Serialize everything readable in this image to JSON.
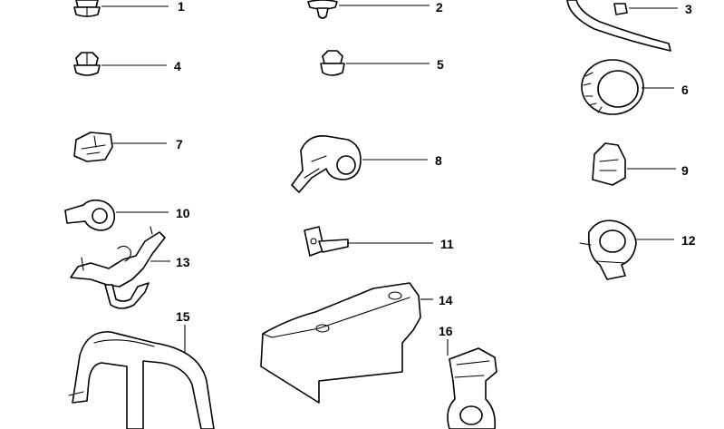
{
  "callouts": [
    {
      "id": "p1",
      "label": "1"
    },
    {
      "id": "p2",
      "label": "2"
    },
    {
      "id": "p3",
      "label": "3"
    },
    {
      "id": "p4",
      "label": "4"
    },
    {
      "id": "p5",
      "label": "5"
    },
    {
      "id": "p6",
      "label": "6"
    },
    {
      "id": "p7",
      "label": "7"
    },
    {
      "id": "p8",
      "label": "8"
    },
    {
      "id": "p9",
      "label": "9"
    },
    {
      "id": "p10",
      "label": "10"
    },
    {
      "id": "p11",
      "label": "11"
    },
    {
      "id": "p12",
      "label": "12"
    },
    {
      "id": "p13",
      "label": "13"
    },
    {
      "id": "p14",
      "label": "14"
    },
    {
      "id": "p15",
      "label": "15"
    },
    {
      "id": "p16",
      "label": "16"
    }
  ],
  "colors": {
    "line": "#000000",
    "background": "#ffffff"
  }
}
